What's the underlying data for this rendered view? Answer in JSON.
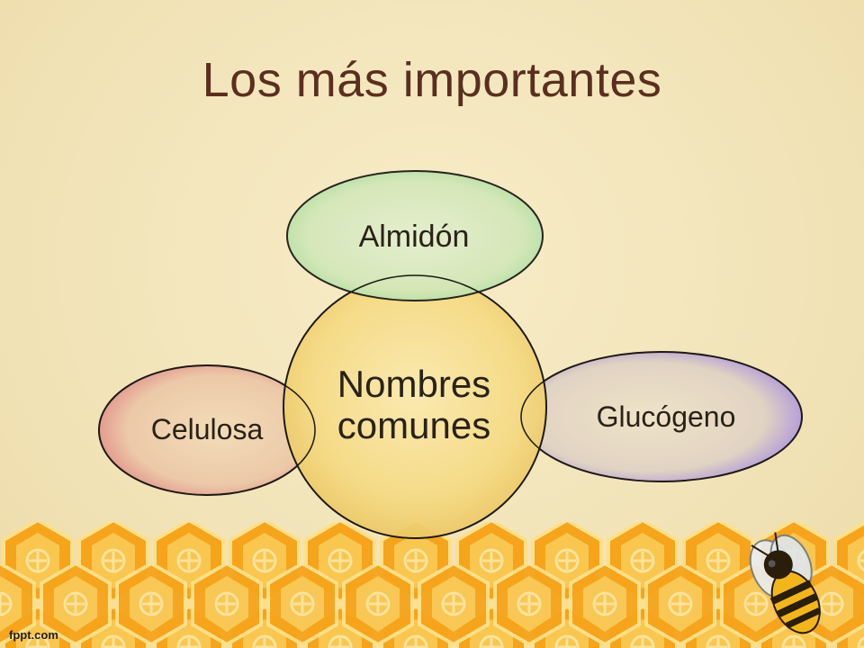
{
  "title": "Los más importantes",
  "diagram": {
    "center": {
      "line1": "Nombres",
      "line2": "comunes"
    },
    "nodes": {
      "top": "Almidón",
      "left": "Celulosa",
      "right": "Glucógeno"
    }
  },
  "colors": {
    "title": "#5b2f1f",
    "center_fill": "#f6dd8a",
    "center_stroke": "#3a2e1a",
    "top_stroke": "#2ea84a",
    "top_fill": "#d8e8bf",
    "left_stroke": "#b8303a",
    "left_fill": "#efd3b0",
    "right_stroke": "#5a2fb8",
    "right_fill": "#e6dcc6",
    "honeycomb": "#f3a51f"
  },
  "decorations": {
    "honeycomb": "honeycomb-pattern",
    "bee": "bee-illustration"
  },
  "footer": "fppt.com"
}
